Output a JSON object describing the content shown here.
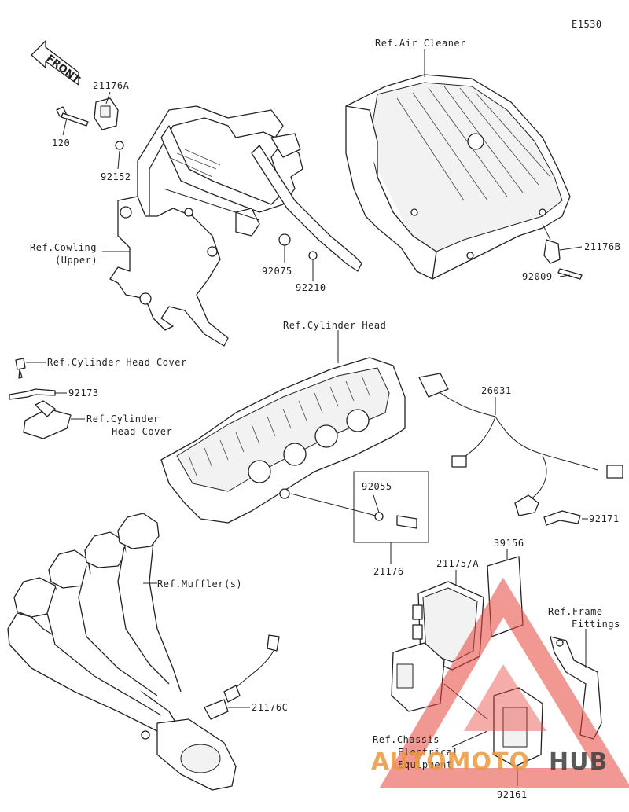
{
  "diagram_code": "E1530",
  "front_label": "FRONT",
  "labels": {
    "ref_air_cleaner": "Ref.Air Cleaner",
    "p21176A": "21176A",
    "p120": "120",
    "p92152": "92152",
    "ref_cowling_upper": [
      "Ref.Cowling",
      "(Upper)"
    ],
    "p92075": "92075",
    "p92210": "92210",
    "p21176B": "21176B",
    "p92009": "92009",
    "ref_cylinder_head": "Ref.Cylinder Head",
    "ref_cylinder_head_cover_1": "Ref.Cylinder Head Cover",
    "p92173": "92173",
    "ref_cylinder_head_cover_2": [
      "Ref.Cylinder",
      "Head Cover"
    ],
    "p26031": "26031",
    "p92055": "92055",
    "p21176": "21176",
    "p92171": "92171",
    "ref_mufflers": "Ref.Muffler(s)",
    "p21175A": "21175/A",
    "p39156": "39156",
    "ref_frame_fittings": [
      "Ref.Frame",
      "Fittings"
    ],
    "p21176C": "21176C",
    "ref_chassis_electrical": [
      "Ref.Chassis",
      "Electrical",
      "Equipment"
    ],
    "p92161": "92161"
  },
  "watermark": {
    "part1": "AUTOMOTO",
    "part2": "HUB",
    "color_primary": "#e8443c",
    "color_accent": "#f0a050"
  }
}
